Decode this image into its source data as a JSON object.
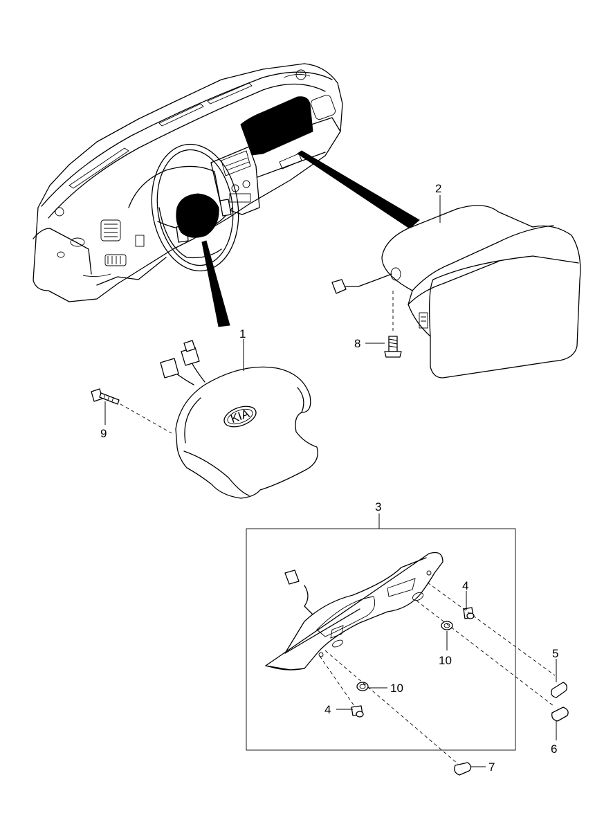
{
  "callouts": {
    "p1": "1",
    "p2": "2",
    "p3": "3",
    "p4a": "4",
    "p4b": "4",
    "p5": "5",
    "p6": "6",
    "p7": "7",
    "p8": "8",
    "p9": "9",
    "p10a": "10",
    "p10b": "10"
  },
  "logo_text": "KIA"
}
